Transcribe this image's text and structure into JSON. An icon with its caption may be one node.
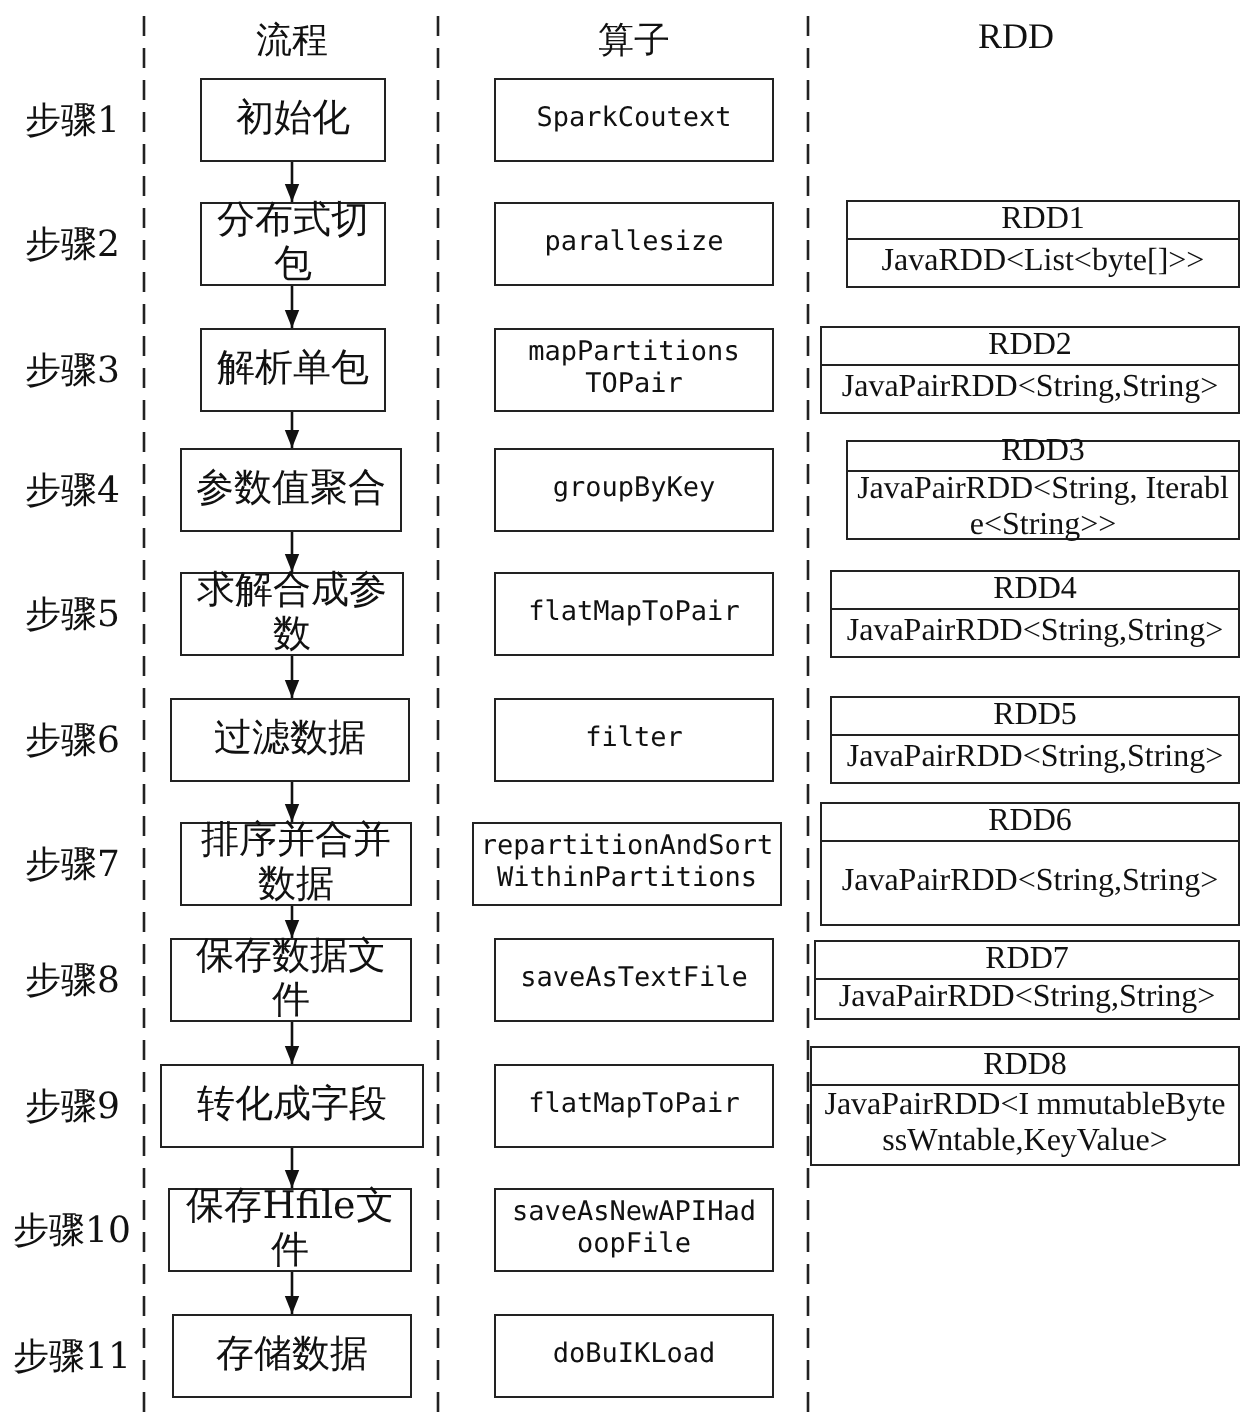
{
  "diagram": {
    "nodes": [
      {
        "text": [
          "初始化"
        ]
      },
      {
        "text": [
          "分布式切包"
        ]
      },
      {
        "text": [
          "解析单包"
        ]
      },
      {
        "text": [
          "参数值聚合"
        ]
      },
      {
        "text": [
          "求解合成参数"
        ]
      },
      {
        "text": [
          "过滤数据"
        ]
      },
      {
        "text": [
          "排序并合并数据"
        ]
      },
      {
        "text": [
          "保存数据文件"
        ]
      },
      {
        "text": [
          "转化成字段"
        ]
      },
      {
        "text": [
          "保存Hfile文件"
        ]
      },
      {
        "text": [
          "存储数据"
        ]
      },
      {
        "text": [
          "SparkCoutext"
        ]
      },
      {
        "text": [
          "parallesize"
        ]
      },
      {
        "text": [
          "mapPartitions TOPair"
        ]
      },
      {
        "text": [
          "groupByKey"
        ]
      },
      {
        "text": [
          "flatMapToPair"
        ]
      },
      {
        "text": [
          "filter"
        ]
      },
      {
        "text": [
          "repartitionAndSort WithinPartitions"
        ]
      },
      {
        "text": [
          "saveAsTextFile"
        ]
      },
      {
        "text": [
          "flatMapToPair"
        ]
      },
      {
        "text": [
          "saveAsNewAPIHad oopFile"
        ]
      },
      {
        "text": [
          "doBuIKLoad"
        ]
      },
      {
        "text": [
          "RDD1",
          "JavaRDD<List<byte[]>>"
        ]
      },
      {
        "text": [
          "RDD2",
          "JavaPairRDD<String,String>"
        ]
      },
      {
        "text": [
          "RDD3",
          "JavaPairRDD<String, Iterable<String>>"
        ]
      },
      {
        "text": [
          "RDD4",
          "JavaPairRDD<String,String>"
        ]
      },
      {
        "text": [
          "RDD5",
          "JavaPairRDD<String,String>"
        ]
      },
      {
        "text": [
          "RDD6",
          "JavaPairRDD<String,String>"
        ]
      },
      {
        "text": [
          "RDD7",
          "JavaPairRDD<String,String>"
        ]
      },
      {
        "text": [
          "RDD8",
          "JavaPairRDD<I mmutableByte ssWntable,KeyValue>"
        ]
      }
    ],
    "edges": [
      {
        "from": 0,
        "to": 1,
        "arrow": "to"
      },
      {
        "from": 1,
        "to": 2,
        "arrow": "to"
      },
      {
        "from": 2,
        "to": 3,
        "arrow": "to"
      },
      {
        "from": 3,
        "to": 4,
        "arrow": "to"
      },
      {
        "from": 4,
        "to": 5,
        "arrow": "to"
      },
      {
        "from": 5,
        "to": 6,
        "arrow": "to"
      },
      {
        "from": 6,
        "to": 7,
        "arrow": "to"
      },
      {
        "from": 7,
        "to": 8,
        "arrow": "to"
      },
      {
        "from": 8,
        "to": 9,
        "arrow": "to"
      },
      {
        "from": 9,
        "to": 10,
        "arrow": "to"
      }
    ],
    "labels": [
      "流程",
      "算子",
      "RDD",
      "步骤1",
      "步骤2",
      "步骤3",
      "步骤4",
      "步骤5",
      "步骤6",
      "步骤7",
      "步骤8",
      "步骤9",
      "步骤10",
      "步骤11"
    ]
  }
}
